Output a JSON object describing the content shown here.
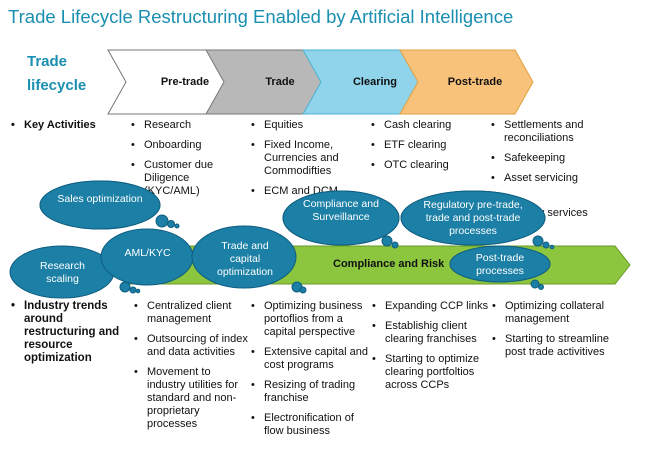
{
  "title": "Trade Lifecycle Restructuring Enabled by Artificial Intelligence",
  "lifecycle_label": "Trade lifecycle",
  "stages": [
    {
      "label": "Pre-trade",
      "color": "#ffffff"
    },
    {
      "label": "Trade",
      "color": "#b8b8b8"
    },
    {
      "label": "Clearing",
      "color": "#8fd4ea"
    },
    {
      "label": "Post-trade",
      "color": "#f8c27a"
    }
  ],
  "key_activities": {
    "heading": "Key Activities",
    "columns": [
      [
        "Research",
        "Onboarding",
        "Customer due Diligence (KYC/AML)"
      ],
      [
        "Equities",
        "Fixed Income, Currencies and Commodifties",
        "ECM and DCM"
      ],
      [
        "Cash clearing",
        "ETF clearing",
        "OTC clearing"
      ],
      [
        "Settlements and reconciliations",
        "Safekeeping",
        "Asset servicing",
        "Custody services"
      ]
    ]
  },
  "risk_bar": {
    "label": "Compliance and Risk",
    "color": "#8cc63f"
  },
  "clouds": [
    {
      "label": "Sales optimization"
    },
    {
      "label": "Research scaling"
    },
    {
      "label": "AML/KYC"
    },
    {
      "label": "Trade and capital optimization"
    },
    {
      "label": "Compliance and Surveillance"
    },
    {
      "label": "Regulatory pre-trade, trade and post-trade processes"
    },
    {
      "label": "Post-trade processes"
    }
  ],
  "industry_trends": {
    "heading": "Industry trends around restructuring and resource optimization",
    "columns": [
      [
        "Centralized client management",
        "Outsourcing of index and data activities",
        "Movement to industry utilities for standard and non-proprietary processes"
      ],
      [
        "Optimizing business portoflios from a capital perspective",
        "Extensive capital and cost programs",
        "Resizing of trading franchise",
        "Electronification of flow business"
      ],
      [
        "Expanding CCP links",
        "Establishig client clearing franchises",
        "Starting to optimize clearing portfoltios across CCPs"
      ],
      [
        "Optimizing collateral management",
        "Starting to streamline post trade activitives"
      ]
    ]
  },
  "colors": {
    "accent": "#1a8fb0",
    "cloud": "#1b7fa6"
  }
}
